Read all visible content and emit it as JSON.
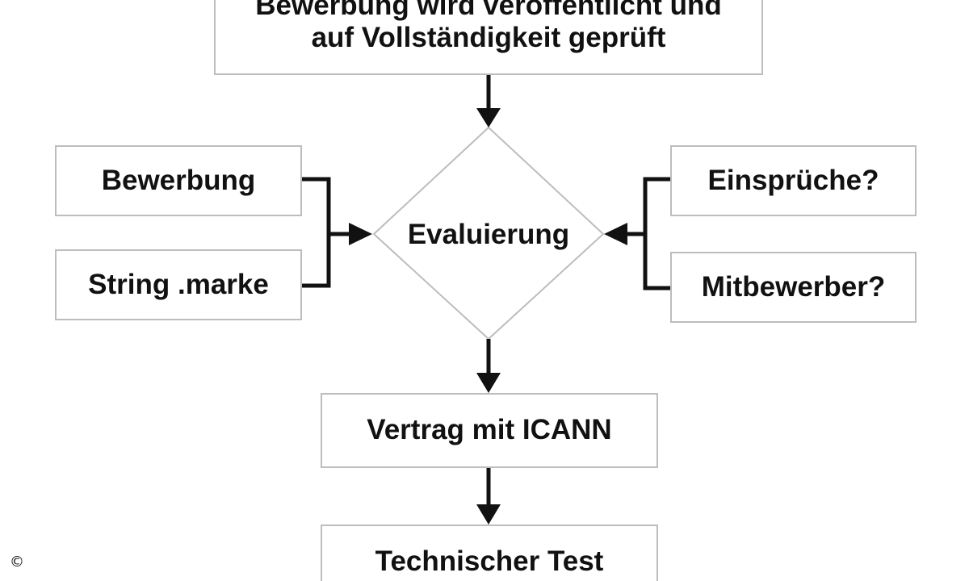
{
  "diagram": {
    "top_box": {
      "line1": "Bewerbung wird veröffentlicht und",
      "line2": "auf Vollständigkeit geprüft"
    },
    "left_inputs": [
      {
        "label": "Bewerbung"
      },
      {
        "label": "String .marke"
      }
    ],
    "decision": {
      "label": "Evaluierung"
    },
    "right_inputs": [
      {
        "label": "Einsprüche?"
      },
      {
        "label": "Mitbewerber?"
      }
    ],
    "contract_box": {
      "label": "Vertrag mit ICANN"
    },
    "test_box": {
      "label": "Technischer Test"
    }
  },
  "corner_mark": "©"
}
